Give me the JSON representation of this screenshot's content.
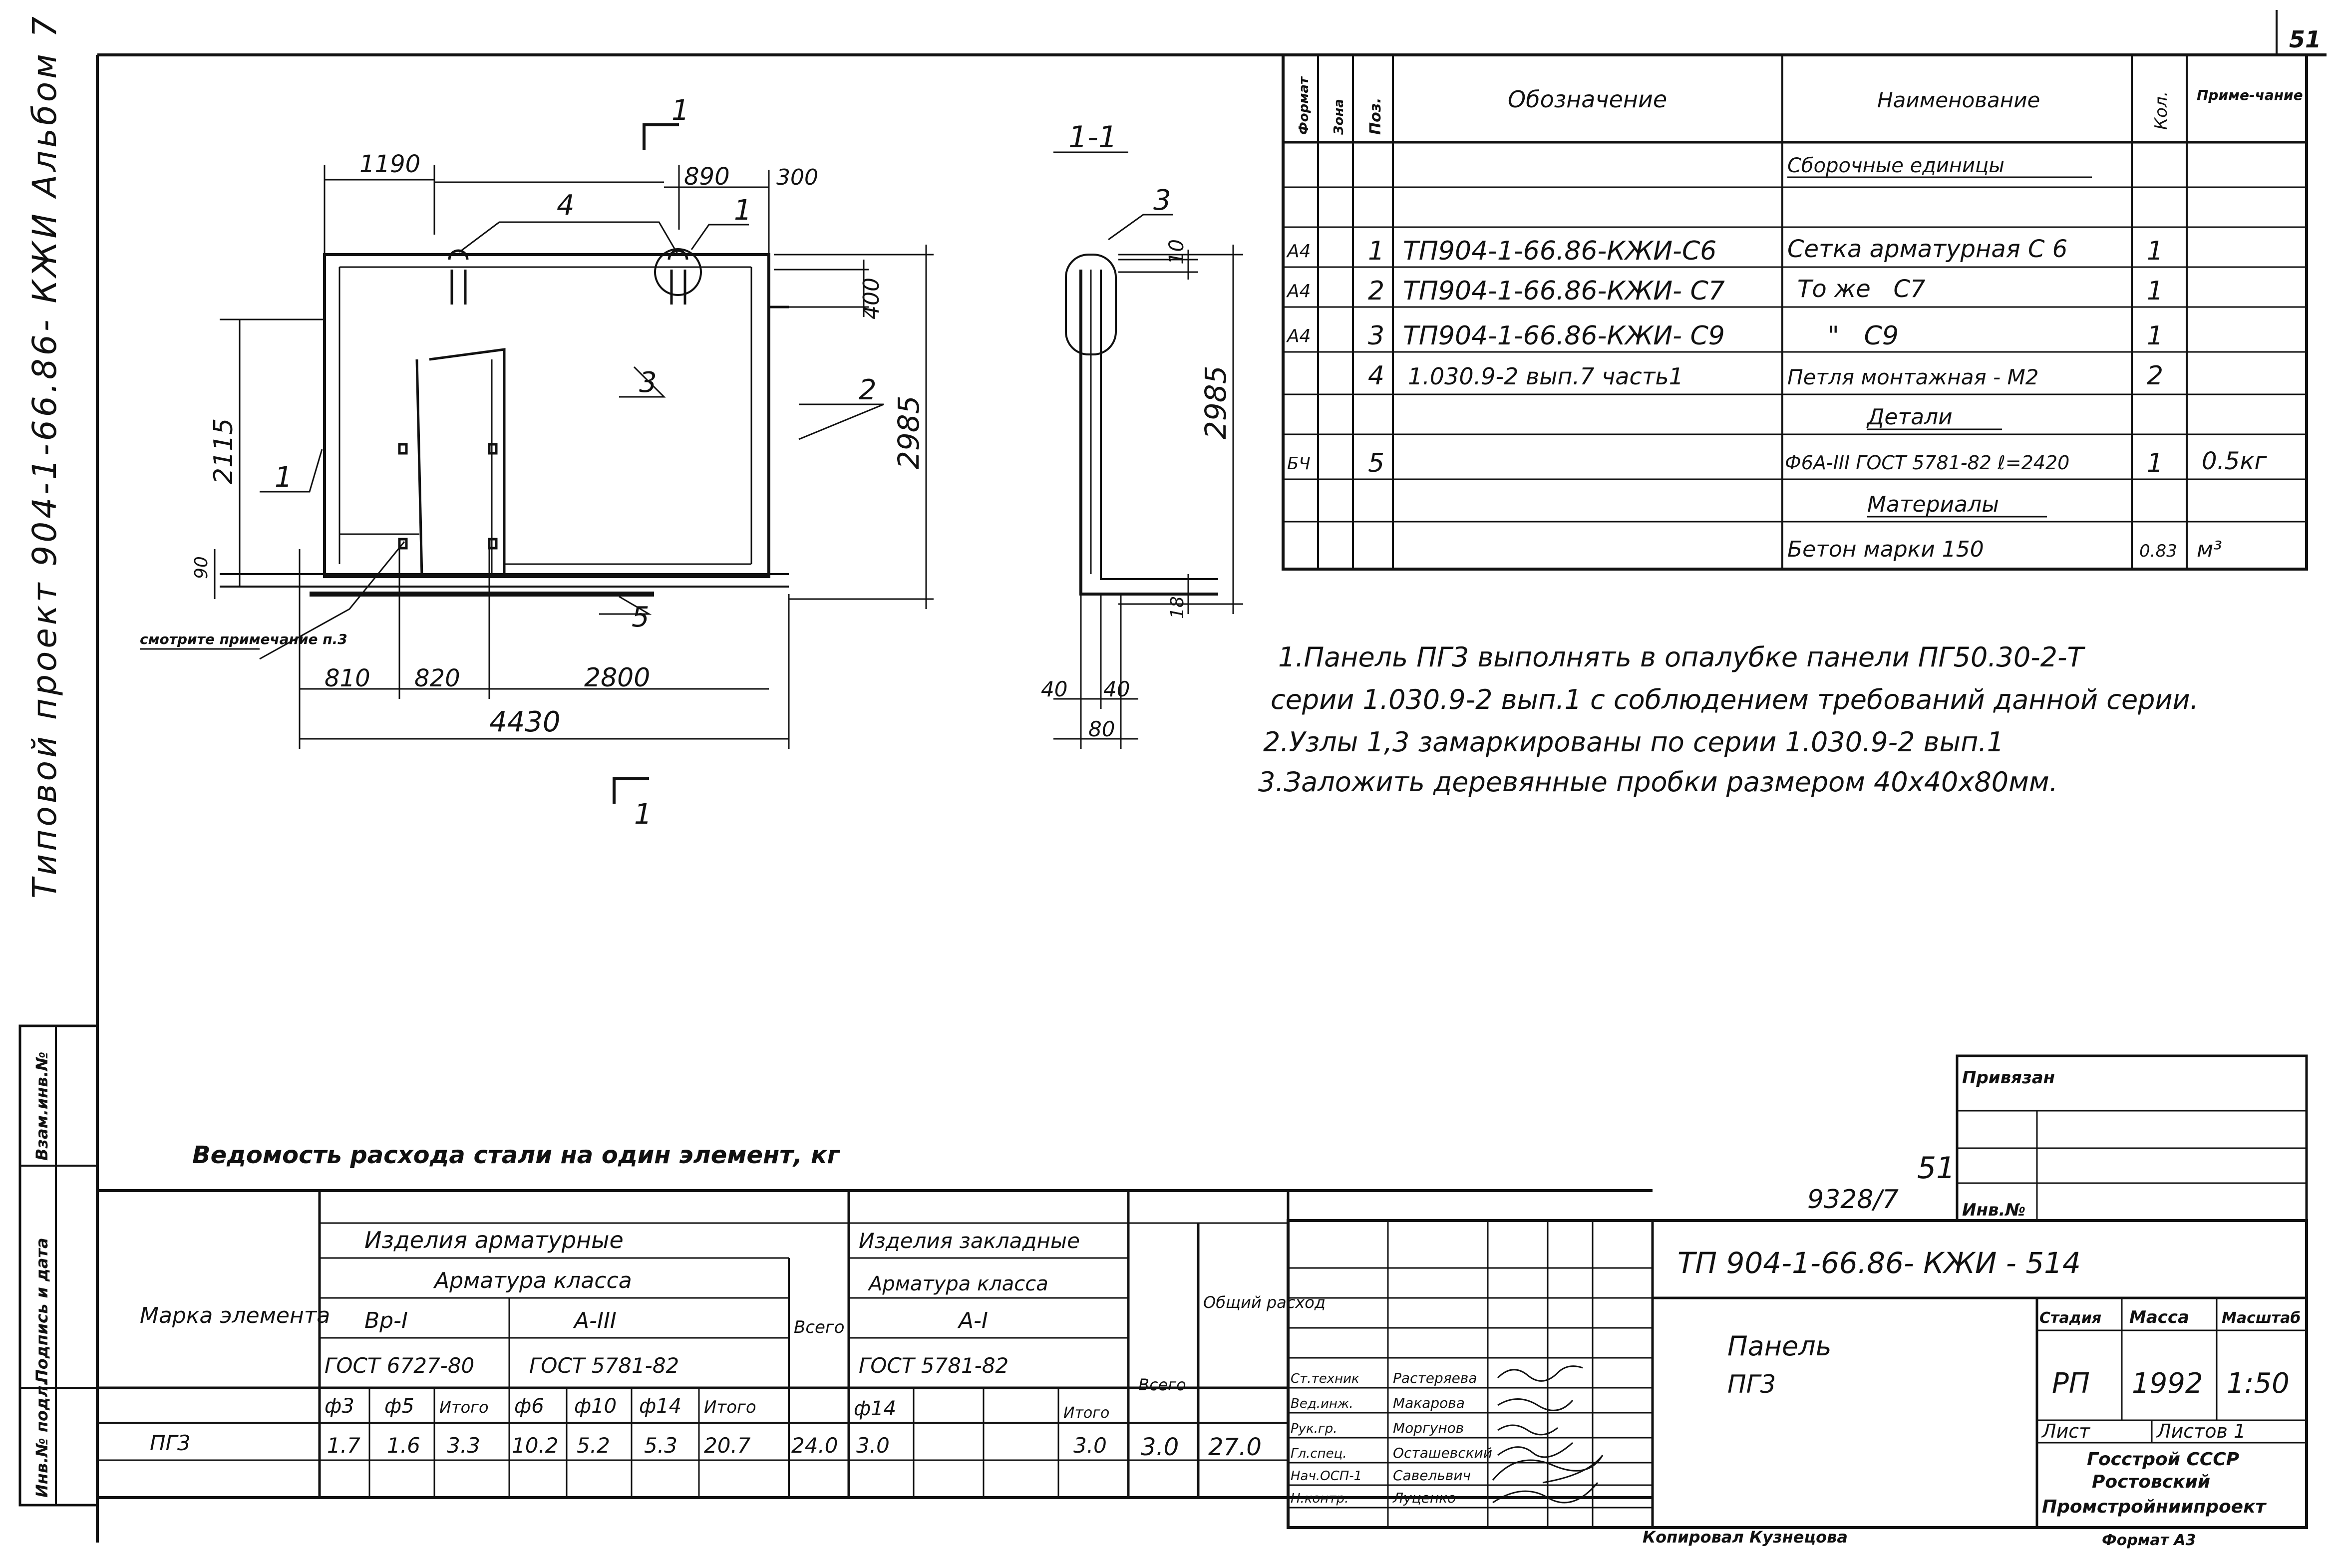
{
  "sheet_number": "51",
  "side_label": "Типовой проект 904-1-66.86- КЖИ Альбом 7",
  "side_strip": [
    "Инв.№ подл.",
    "Подпись и дата",
    "Взам.инв.№"
  ],
  "drawing": {
    "section_marks": [
      "1",
      "1"
    ],
    "dims": {
      "d1190": "1190",
      "d890": "890",
      "d300": "300",
      "d400": "400",
      "d2985": "2985",
      "d2115": "2115",
      "d90": "90",
      "d810": "810",
      "d820": "820",
      "d2800": "2800",
      "d4430": "4430"
    },
    "callouts": [
      "1",
      "2",
      "3",
      "4",
      "5"
    ],
    "note_ref": "смотрите примечание п.3"
  },
  "section": {
    "title": "1-1",
    "callout": "3",
    "dims": {
      "d10": "10",
      "d2985": "2985",
      "d18": "18",
      "d40a": "40",
      "d40b": "40",
      "d80": "80"
    }
  },
  "spec": {
    "headers": [
      "Формат",
      "Зона",
      "Поз.",
      "Обозначение",
      "Наименование",
      "Кол.",
      "Приме-чание"
    ],
    "groups": {
      "assemblies": "Сборочные единицы",
      "details": "Детали",
      "materials": "Материалы"
    },
    "rows": [
      {
        "format": "А4",
        "zone": "",
        "pos": "1",
        "desig": "ТП904-1-66.86-КЖИ-С6",
        "name": "Сетка арматурная С 6",
        "qty": "1",
        "note": ""
      },
      {
        "format": "А4",
        "zone": "",
        "pos": "2",
        "desig": "ТП904-1-66.86-КЖИ- С7",
        "name": "То же   С7",
        "qty": "1",
        "note": ""
      },
      {
        "format": "А4",
        "zone": "",
        "pos": "3",
        "desig": "ТП904-1-66.86-КЖИ- С9",
        "name": "\"   С9",
        "qty": "1",
        "note": ""
      },
      {
        "format": "",
        "zone": "",
        "pos": "4",
        "desig": "1.030.9-2 вып.7 часть1",
        "name": "Петля монтажная - М2",
        "qty": "2",
        "note": ""
      },
      {
        "format": "БЧ",
        "zone": "",
        "pos": "5",
        "desig": "",
        "name": "Ф6А-III ГОСТ 5781-82 ℓ=2420",
        "qty": "1",
        "note": "0.5кг"
      },
      {
        "format": "",
        "zone": "",
        "pos": "",
        "desig": "",
        "name": "Бетон марки 150",
        "qty": "0.83",
        "note": "м³"
      }
    ]
  },
  "notes": [
    "1.Панель ПГ3 выполнять в опалубке панели ПГ50.30-2-Т",
    "серии 1.030.9-2 вып.1 с соблюдением требований данной серии.",
    "2.Узлы 1,3 замаркированы по серии 1.030.9-2 вып.1",
    "3.Заложить деревянные пробки размером 40х40х80мм."
  ],
  "steel": {
    "title": "Ведомость расхода стали на один элемент, кг",
    "h_mark": "Марка элемента",
    "h_rebar": "Изделия арматурные",
    "h_rebar_class": "Арматура класса",
    "h_bp": "Вр-I",
    "h_a3": "А-III",
    "h_gost_a": "ГОСТ 6727-80",
    "h_gost_b": "ГОСТ 5781-82",
    "h_vsego": "Всего",
    "h_emb": "Изделия закладные",
    "h_emb_class": "Арматура класса",
    "h_a1": "А-I",
    "h_gost_c": "ГОСТ 5781-82",
    "h_total": "Общий расход",
    "subs": [
      "ф3",
      "ф5",
      "Итого",
      "ф6",
      "ф10",
      "ф14",
      "Итого",
      "ф14",
      "Итого"
    ],
    "row": {
      "mark": "ПГ3",
      "v1": "1.7",
      "v2": "1.6",
      "v3": "3.3",
      "v4": "10.2",
      "v5": "5.2",
      "v6": "5.3",
      "v7": "20.7",
      "v8": "24.0",
      "v9": "3.0",
      "v10": "3.0",
      "v11": "3.0",
      "v12": "27.0"
    }
  },
  "title_block": {
    "privyazan": "Привязан",
    "num51": "51",
    "inv_num": "9328/7",
    "inv_label": "Инв.№",
    "code": "ТП 904-1-66.86- КЖИ - 514",
    "name1": "Панель",
    "name2": "ПГ3",
    "stage_h": "Стадия",
    "mass_h": "Масса",
    "scale_h": "Масштаб",
    "stage": "РП",
    "mass": "1992",
    "scale": "1:50",
    "list": "Лист",
    "lists": "Листов 1",
    "org1": "Госстрой СССР",
    "org2": "Ростовский",
    "org3": "Промстройниипроект",
    "people": [
      {
        "role": "Ст.техник",
        "name": "Растеряева"
      },
      {
        "role": "Вед.инж.",
        "name": "Макарова"
      },
      {
        "role": "Рук.гр.",
        "name": "Моргунов"
      },
      {
        "role": "Гл.спец.",
        "name": "Осташевский"
      },
      {
        "role": "Нач.ОСП-1",
        "name": "Савельвич"
      },
      {
        "role": "Н.контр.",
        "name": "Луценко"
      }
    ],
    "copied": "Копировал Кузнецова",
    "format": "Формат А3"
  }
}
